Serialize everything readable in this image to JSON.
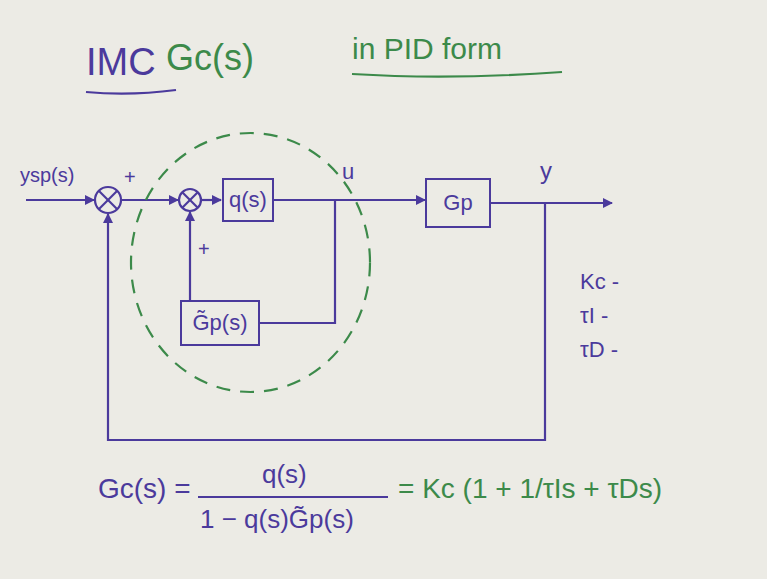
{
  "diagram": {
    "title": "IMC",
    "nodes": [
      {
        "text": [
          "Gc(s)"
        ]
      },
      {
        "text": [
          "q(s)"
        ],
        "in": 0
      },
      {
        "text": [
          "G̃p(s)"
        ],
        "in": 0
      },
      {
        "text": [
          "Gp"
        ]
      }
    ],
    "edges": [
      {
        "from": 1,
        "to": 3,
        "arrow": "to"
      },
      {
        "from": 1,
        "to": 2,
        "arrow": "none"
      }
    ],
    "labels": [
      "in PID form",
      "ysp(s)",
      "+",
      "+",
      "u",
      "y",
      "Kc -",
      "τI -",
      "τD -",
      "Gc(s) =",
      "q(s)",
      "1 − q(s)G̃p(s)",
      "= Kc (1 + 1/τIs + τDs)"
    ]
  }
}
